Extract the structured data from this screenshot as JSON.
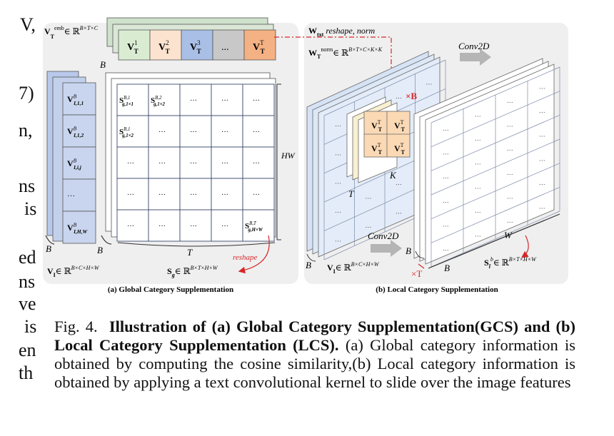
{
  "margin_fragments": [
    "V,",
    "7)",
    "n,",
    "ns",
    "is",
    "ed",
    "ns",
    "ve",
    "is",
    "en",
    "th"
  ],
  "panel_a": {
    "caption": "(a) Global Category Supplementation",
    "vt_emb_label": "V",
    "vt_emb_sup": "emb",
    "vt_emb_sub": "T",
    "vt_emb_space": "∈ ℝ",
    "vt_emb_dims": "B×T×C",
    "vt_cells": [
      {
        "base": "V",
        "sup": "1",
        "sub": "T",
        "color": "#d9ecd2"
      },
      {
        "base": "V",
        "sup": "2",
        "sub": "T",
        "color": "#fbe3cf"
      },
      {
        "base": "V",
        "sup": "3",
        "sub": "T",
        "color": "#a9bfe5"
      },
      {
        "base": "...",
        "sup": "",
        "sub": "",
        "color": "#c8c8c8"
      },
      {
        "base": "V",
        "sup": "T",
        "sub": "T",
        "color": "#f4b183"
      }
    ],
    "vi_cells": [
      "V_{I,1,1}^B",
      "V_{I,1,2}^B",
      "V_{I,i,j}^B",
      "...",
      "V_{I,H,W}^B"
    ],
    "vi_label": "V",
    "vi_sub": "I",
    "vi_space": "∈ ℝ",
    "vi_dims": "B×C×H×W",
    "sg_label": "S",
    "sg_sub": "g",
    "sg_space": "∈ ℝ",
    "sg_dims": "B×T×H×W",
    "b_label": "B",
    "t_label": "T",
    "hw_label": "HW",
    "reshape_label": "reshape",
    "grid": [
      [
        "S_{g,1×1}^{B,1}",
        "S_{g,1×2}^{B,2}",
        "...",
        "...",
        "..."
      ],
      [
        "S_{g,1×2}^{B,1}",
        "...",
        "...",
        "...",
        "..."
      ],
      [
        "...",
        "...",
        "...",
        "...",
        "..."
      ],
      [
        "...",
        "...",
        "...",
        "...",
        "..."
      ],
      [
        "...",
        "...",
        "...",
        "...",
        "S_{g,H×W}^{B,T}"
      ]
    ]
  },
  "panel_b": {
    "caption": "(b) Local Category Supplementation",
    "wtxt_label": "W",
    "wtxt_sub": "txt",
    "wtxt_op": "reshape, norm",
    "wt_label": "W",
    "wt_sup": "norm",
    "wt_sub": "T",
    "wt_space": "∈ ℝ",
    "wt_dims": "B×T×C×K×K",
    "conv_top": "Conv2D",
    "conv_bottom": "Conv2D",
    "times_b": "×B",
    "times_t": "×T",
    "k_label": "K",
    "t_label": "T",
    "w_label": "W",
    "b_label": "B",
    "vi_label": "V",
    "vi_sub": "I",
    "vi_space": "∈ ℝ",
    "vi_dims": "B×C×H×W",
    "sl_label": "S",
    "sl_sup": "b",
    "sl_sub": "l",
    "sl_space": "∈ ℝ",
    "sl_dims": "B×T×H×W",
    "kernel_cell": "V",
    "kernel_sup": "T",
    "kernel_sub": "T"
  },
  "caption": {
    "prefix": "Fig. 4.",
    "bold": "Illustration of (a) Global Category Supplementation(GCS) and (b) Local Category Supplementation (LCS).",
    "rest": "(a) Global category information is obtained by computing the cosine similarity,(b) Local category information is obtained by applying a text convolutional kernel to slide over the image features"
  },
  "colors": {
    "panel_bg": "#efefef",
    "blue_fill": "#c9d5ee",
    "light_blue": "#dce8f7",
    "orange_fill": "#fbd9b5",
    "red": "#d62728",
    "gray_arrow": "#b5b5b5"
  }
}
